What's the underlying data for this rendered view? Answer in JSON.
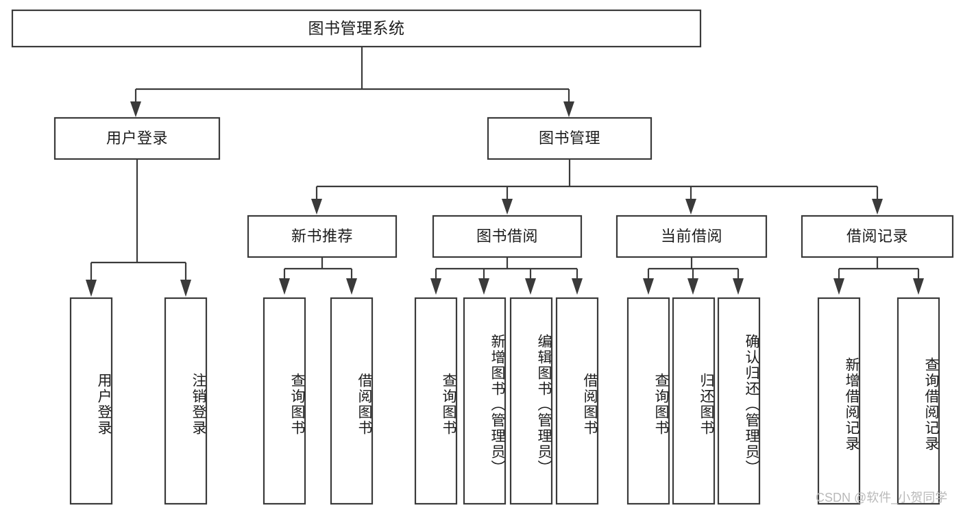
{
  "diagram": {
    "kind": "function-structure-tree",
    "title": "图书管理系统",
    "orientation": "top-down",
    "stroke_color": "#3a3a3a",
    "box_fill": "#ffffff",
    "text_color": "#1c1c1c"
  },
  "root": {
    "label": "图书管理系统"
  },
  "level2": [
    {
      "label": "用户登录"
    },
    {
      "label": "图书管理"
    }
  ],
  "level3": [
    {
      "label": "新书推荐"
    },
    {
      "label": "图书借阅"
    },
    {
      "label": "当前借阅"
    },
    {
      "label": "借阅记录"
    }
  ],
  "leaves": {
    "user_login": [
      {
        "label": "用户登录"
      },
      {
        "label": "注销登录"
      }
    ],
    "new_book_recommend": [
      {
        "label": "查询图书"
      },
      {
        "label": "借阅图书"
      }
    ],
    "book_borrow": [
      {
        "label": "查询图书"
      },
      {
        "label": "新增图书（管理员）"
      },
      {
        "label": "编辑图书（管理员）"
      },
      {
        "label": "借阅图书"
      }
    ],
    "current_borrow": [
      {
        "label": "查询图书"
      },
      {
        "label": "归还图书"
      },
      {
        "label": "确认归还（管理员）"
      }
    ],
    "borrow_record": [
      {
        "label": "新增借阅记录"
      },
      {
        "label": "查询借阅记录"
      }
    ]
  },
  "watermark": {
    "text": "CSDN @软件_小贺同学"
  }
}
